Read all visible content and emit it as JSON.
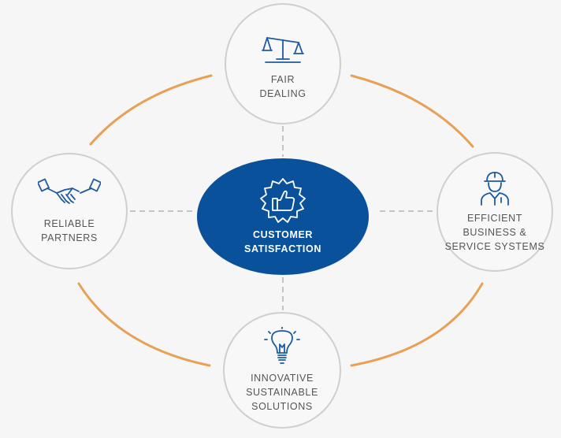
{
  "colors": {
    "background": "#f6f6f6",
    "ring": "#e8a055",
    "connector": "#c4c4c4",
    "node_border": "#cfcfcf",
    "center_fill": "#0a519c",
    "icon_stroke": "#1f5a9e",
    "text": "#555555",
    "center_text": "#ffffff"
  },
  "center": {
    "label": "CUSTOMER\nSATISFACTION",
    "icon": "thumbs-up-badge-icon"
  },
  "nodes": {
    "fair": {
      "label": "FAIR\nDEALING",
      "icon": "balance-scale-icon"
    },
    "reliable": {
      "label": "RELIABLE\nPARTNERS",
      "icon": "handshake-icon"
    },
    "efficient": {
      "label": "EFFICIENT\nBUSINESS &\nSERVICE SYSTEMS",
      "icon": "engineer-icon"
    },
    "innovative": {
      "label": "INNOVATIVE\nSUSTAINABLE\nSOLUTIONS",
      "icon": "lightbulb-icon"
    }
  }
}
